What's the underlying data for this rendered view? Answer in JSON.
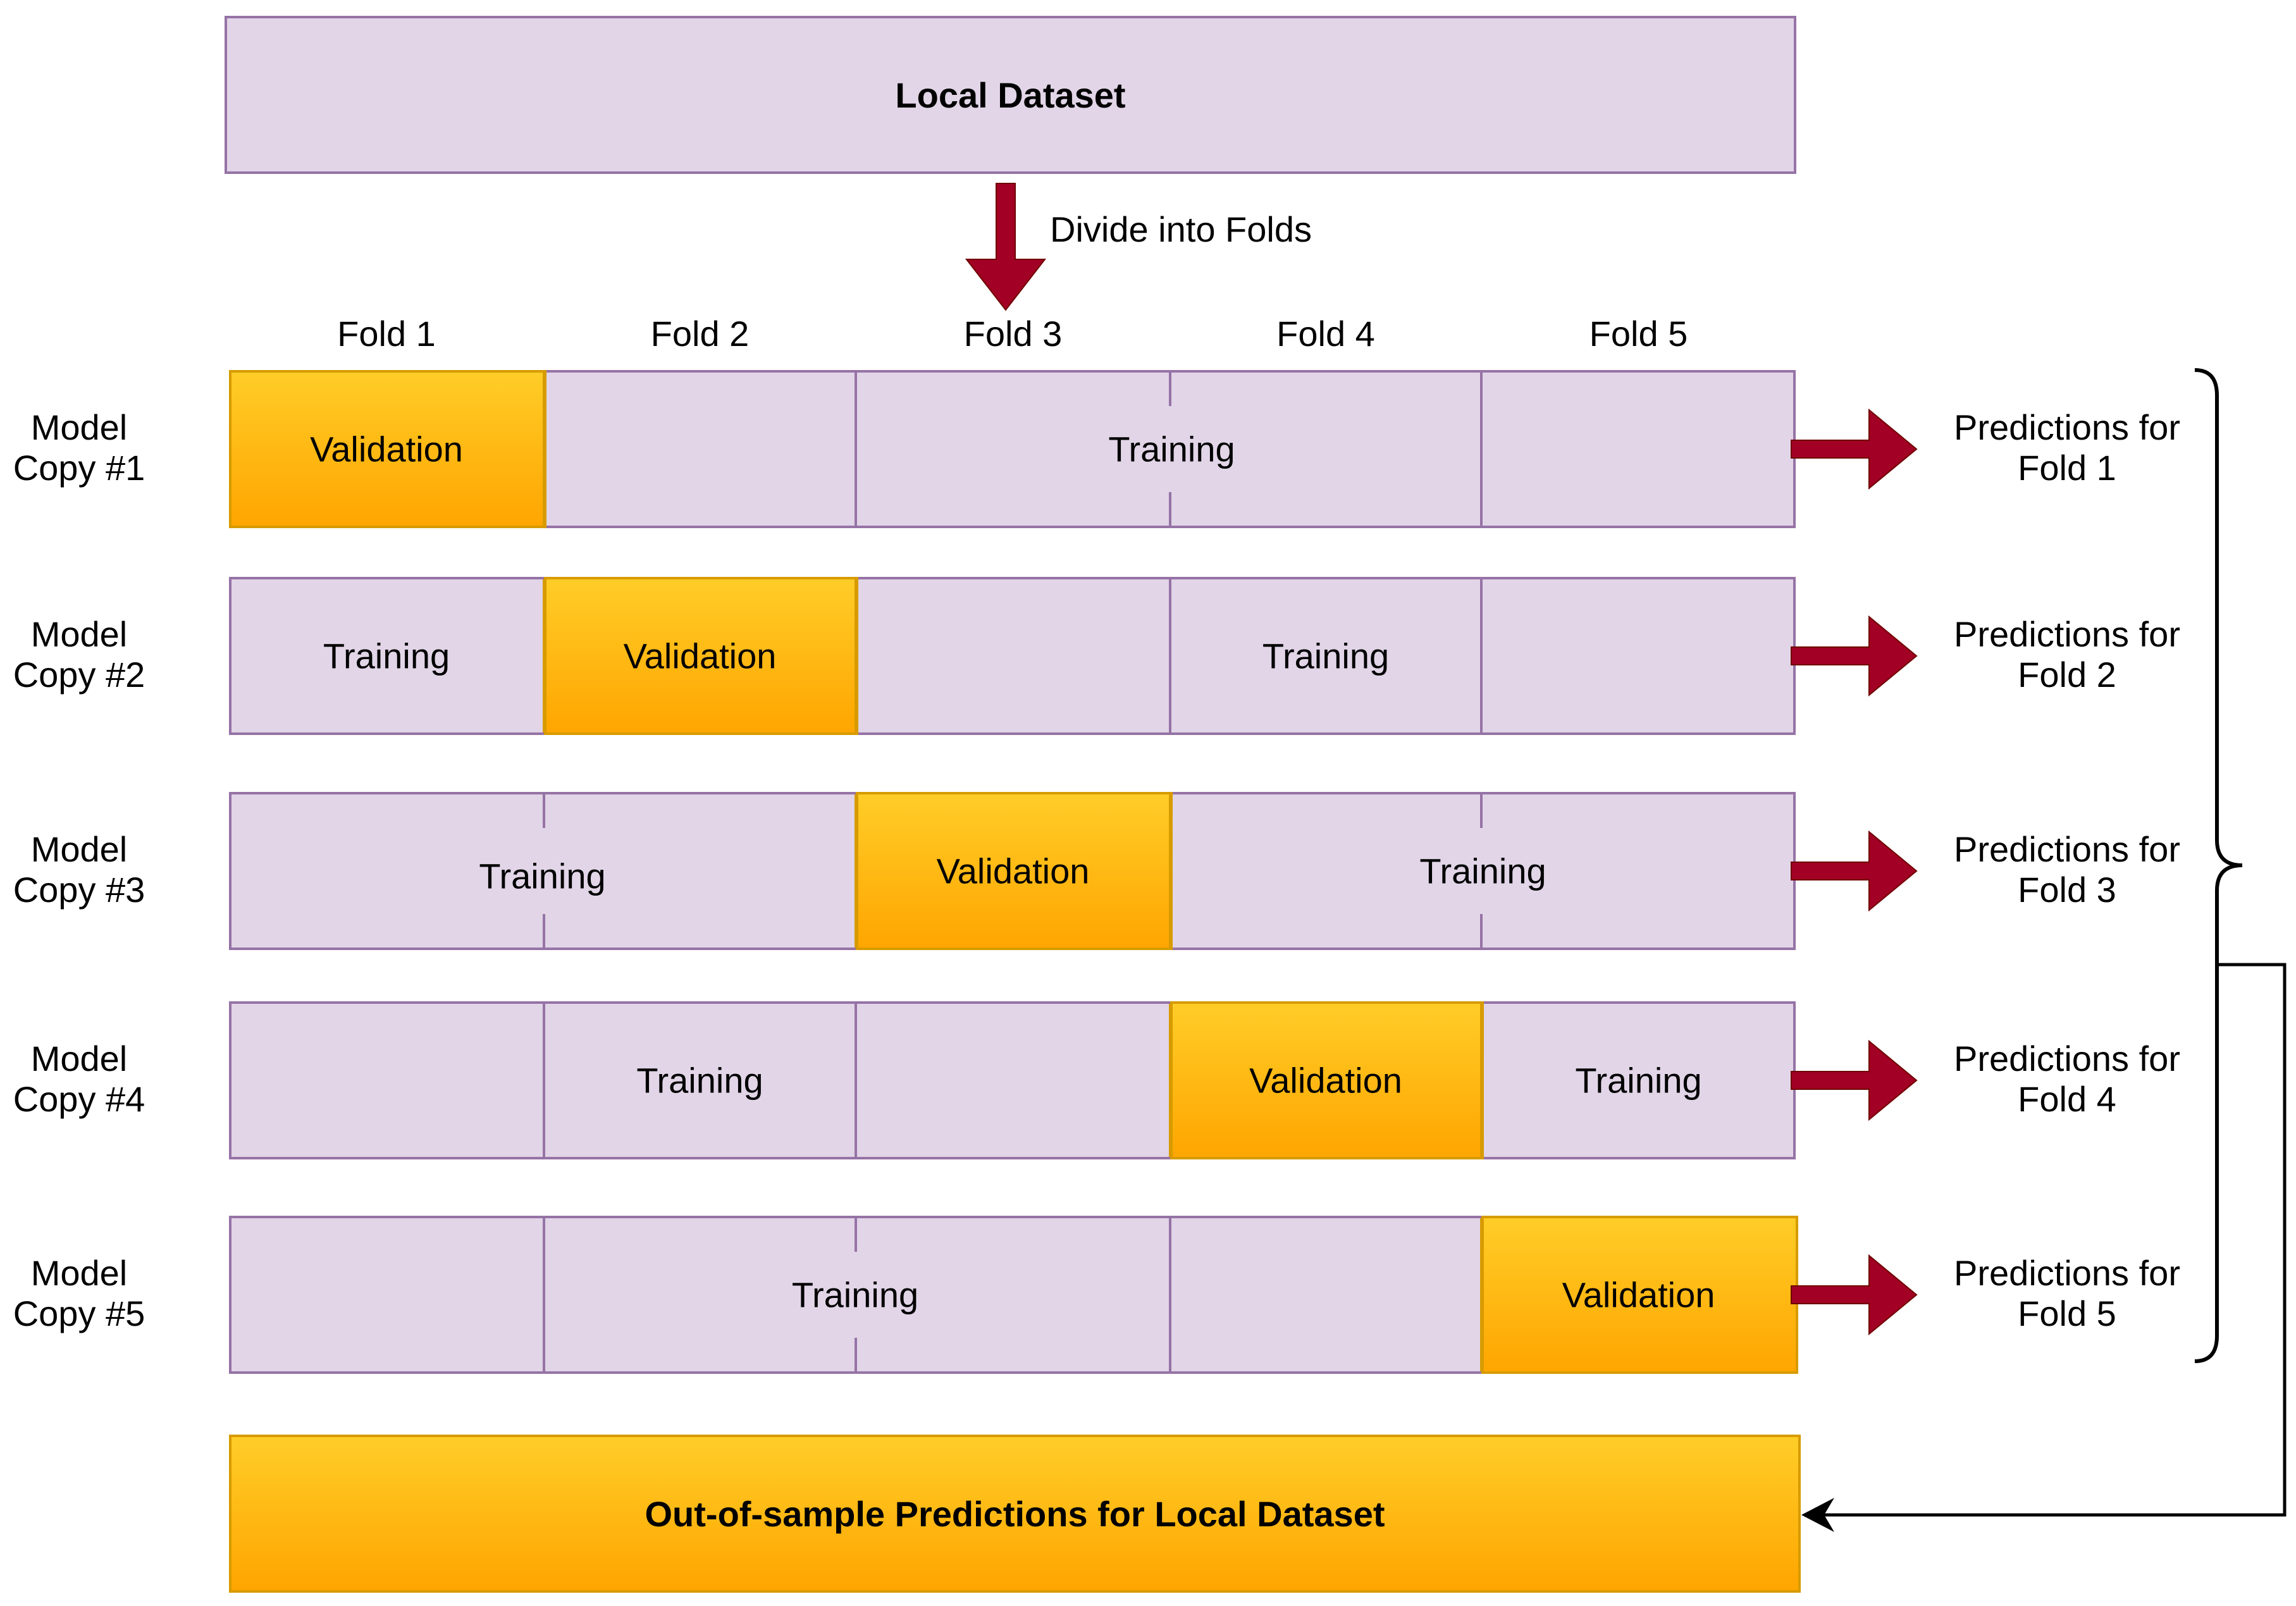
{
  "local_dataset": "Local Dataset",
  "divide_label": "Divide into Folds",
  "folds": [
    "Fold 1",
    "Fold 2",
    "Fold 3",
    "Fold 4",
    "Fold 5"
  ],
  "rows": [
    {
      "model_line1": "Model",
      "model_line2": "Copy #1",
      "validation_fold": 1,
      "validation_label": "Validation",
      "training_labels": [
        "Training"
      ],
      "pred_line1": "Predictions for",
      "pred_line2": "Fold 1"
    },
    {
      "model_line1": "Model",
      "model_line2": "Copy #2",
      "validation_fold": 2,
      "validation_label": "Validation",
      "training_labels": [
        "Training",
        "Training"
      ],
      "pred_line1": "Predictions for",
      "pred_line2": "Fold 2"
    },
    {
      "model_line1": "Model",
      "model_line2": "Copy #3",
      "validation_fold": 3,
      "validation_label": "Validation",
      "training_labels": [
        "Training",
        "Training"
      ],
      "pred_line1": "Predictions for",
      "pred_line2": "Fold 3"
    },
    {
      "model_line1": "Model",
      "model_line2": "Copy #4",
      "validation_fold": 4,
      "validation_label": "Validation",
      "training_labels": [
        "Training",
        "Training"
      ],
      "pred_line1": "Predictions for",
      "pred_line2": "Fold 4"
    },
    {
      "model_line1": "Model",
      "model_line2": "Copy #5",
      "validation_fold": 5,
      "validation_label": "Validation",
      "training_labels": [
        "Training"
      ],
      "pred_line1": "Predictions for",
      "pred_line2": "Fold 5"
    }
  ],
  "out_of_sample": "Out-of-sample Predictions for Local Dataset",
  "colors": {
    "training_fill": "#e1d5e7",
    "training_border": "#9673a6",
    "validation_top": "#ffcd28",
    "validation_bottom": "#ffa500",
    "validation_border": "#d79b00",
    "arrow": "#a20025",
    "arrow_border": "#6f0000",
    "connector": "#000000"
  }
}
